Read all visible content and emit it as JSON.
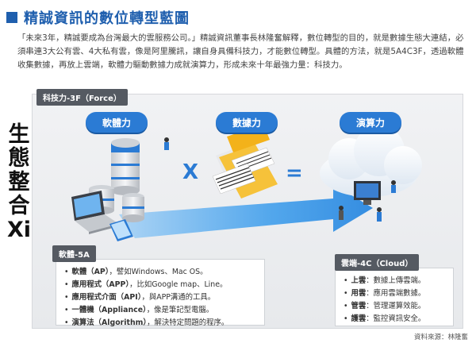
{
  "header": {
    "title": "精誠資訊的數位轉型藍圖"
  },
  "intro": {
    "text": "「未來3年，精誠要成為台灣最大的雲服務公司。」精誠資訊董事長林隆奮解釋，數位轉型的目的，就是數據生態大連結，必須串連3大公有雲、4大私有雲，像是阿里騰訊，讓自身具備科技力，才能數位轉型。具體的方法，就是5A4C3F，透過軟體收集數據，再放上雲端，軟體力驅動數據力成就演算力，形成未來十年最強力量：科技力。"
  },
  "diagram": {
    "force_tab": "科技力-3F（Force）",
    "vertical_title": [
      "生",
      "態",
      "整",
      "合",
      "Xi"
    ],
    "pill_software": "軟體力",
    "pill_data": "數據力",
    "pill_compute": "演算力",
    "operator_x": "X",
    "operator_eq": "=",
    "colors": {
      "accent": "#2b7bd4",
      "title": "#1f5fae",
      "tab": "#555a62",
      "folder": "#f3b21a"
    }
  },
  "software": {
    "tab": "軟體-5A",
    "items": [
      {
        "term": "軟體（AP）",
        "desc": "，譬如Windows、Mac OS。"
      },
      {
        "term": "應用程式（APP）",
        "desc": "，比如Google map、Line。"
      },
      {
        "term": "應用程式介面（API）",
        "desc": "，與APP溝通的工具。"
      },
      {
        "term": "一體機（Appliance）",
        "desc": "，像是筆記型電腦。"
      },
      {
        "term": "演算法（Algorithm）",
        "desc": "，解決特定問題的程序。"
      }
    ]
  },
  "cloud": {
    "tab": "雲端-4C（Cloud）",
    "items": [
      {
        "term": "上雲",
        "desc": "：數據上傳雲端。"
      },
      {
        "term": "用雲",
        "desc": "：應用雲端數據。"
      },
      {
        "term": "管雲",
        "desc": "：管理運算效能。"
      },
      {
        "term": "護雲",
        "desc": "：監控資訊安全。"
      }
    ]
  },
  "source": "資料來源：林隆奮"
}
